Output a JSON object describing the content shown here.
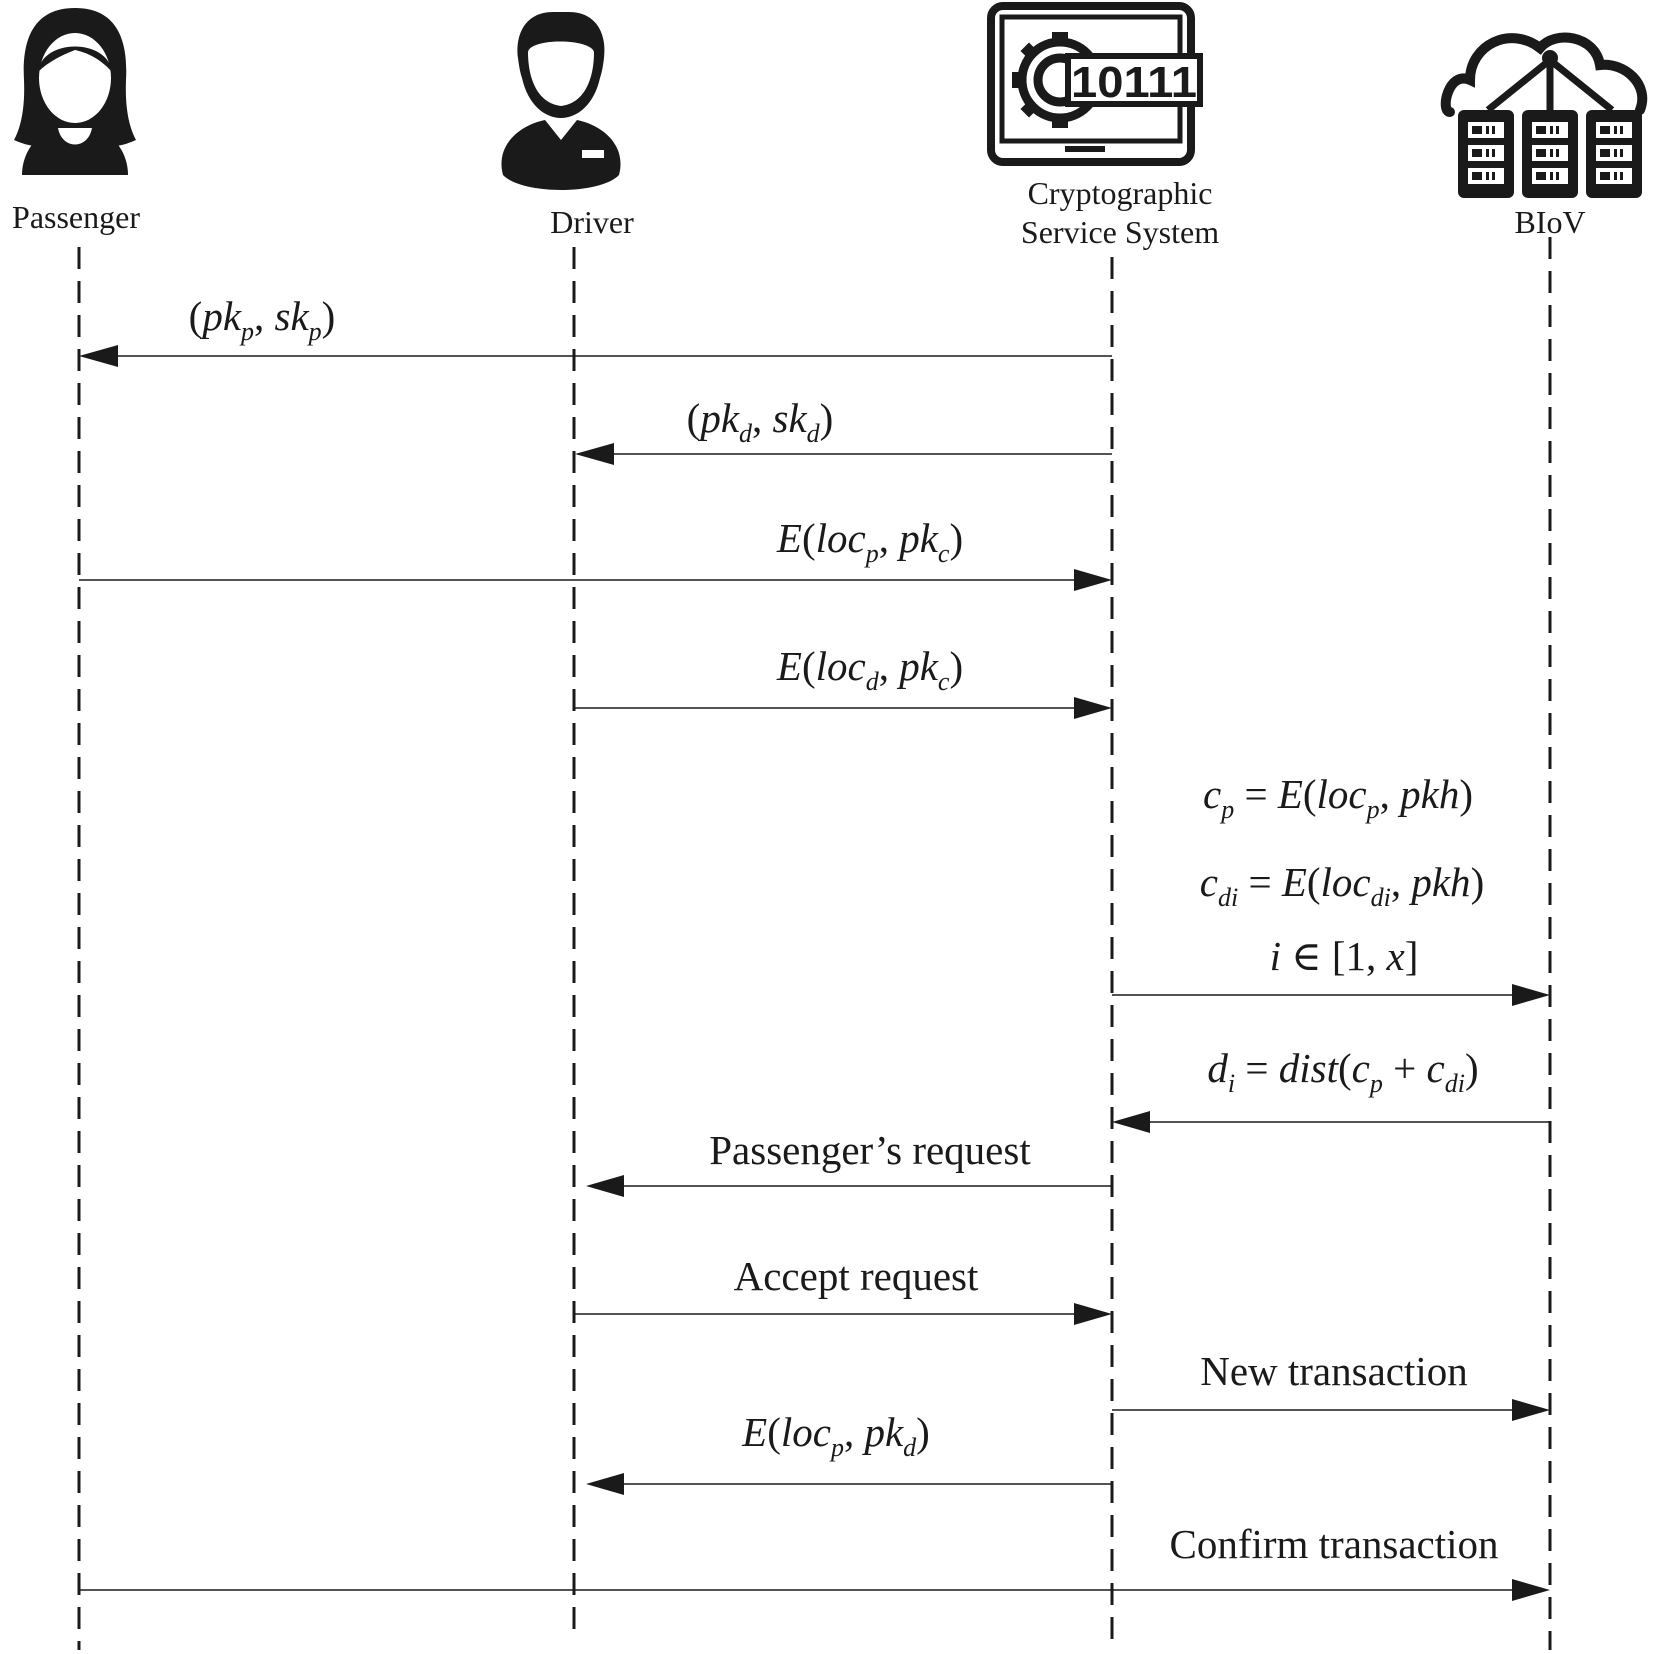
{
  "participants": [
    {
      "key": "passenger",
      "label_lines": [
        "Passenger"
      ],
      "icon": "passenger-icon"
    },
    {
      "key": "driver",
      "label_lines": [
        "Driver"
      ],
      "icon": "driver-icon"
    },
    {
      "key": "css",
      "label_lines": [
        "Cryptographic",
        "Service System"
      ],
      "icon": "crypto-service-icon"
    },
    {
      "key": "biov",
      "label_lines": [
        "BIoV"
      ],
      "icon": "cloud-server-icon"
    }
  ],
  "icon_text": {
    "binary": "10111"
  },
  "messages": [
    {
      "id": "keys-passenger",
      "from": "css",
      "to": "passenger",
      "text": "(pk_p, sk_p)"
    },
    {
      "id": "keys-driver",
      "from": "css",
      "to": "driver",
      "text": "(pk_d, sk_d)"
    },
    {
      "id": "enc-loc-passenger",
      "from": "passenger",
      "to": "css",
      "text": "E(loc_p, pk_c)"
    },
    {
      "id": "enc-loc-driver",
      "from": "driver",
      "to": "css",
      "text": "E(loc_d, pk_c)"
    },
    {
      "id": "homomorphic-ciphertexts",
      "from": "css",
      "to": "biov",
      "text_lines": [
        "c_p = E(loc_p, pkh)",
        "c_di = E(loc_di, pkh)",
        "i ∈ [1, x]"
      ]
    },
    {
      "id": "distance",
      "from": "biov",
      "to": "css",
      "text": "d_i = dist(c_p + c_di)"
    },
    {
      "id": "passenger-request",
      "from": "css",
      "to": "driver",
      "text": "Passenger’s request"
    },
    {
      "id": "accept-request",
      "from": "driver",
      "to": "css",
      "text": "Accept request"
    },
    {
      "id": "new-transaction",
      "from": "css",
      "to": "biov",
      "text": "New transaction"
    },
    {
      "id": "enc-loc-for-driver",
      "from": "css",
      "to": "driver",
      "text": "E(loc_p, pk_d)"
    },
    {
      "id": "confirm-transaction",
      "from": "passenger",
      "to": "biov",
      "text": "Confirm transaction"
    }
  ],
  "colors": {
    "ink": "#1a1a1a",
    "background": "#ffffff"
  }
}
